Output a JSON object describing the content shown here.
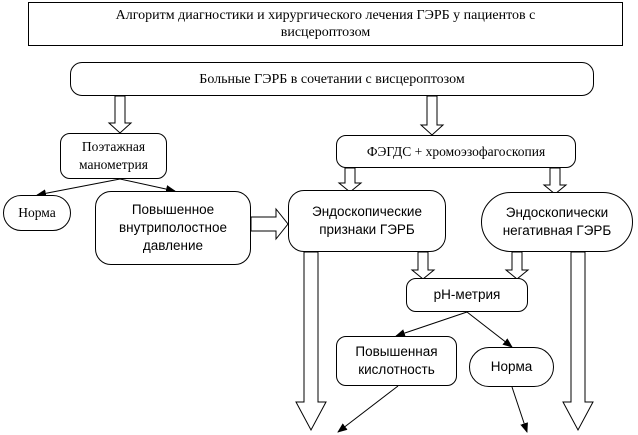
{
  "diagram": {
    "title": "Алгоритм диагностики и хирургического лечения ГЭРБ у пациентов с\nвисцероптозом",
    "nodes": {
      "patients": "Больные ГЭРБ в сочетании с висцероптозом",
      "manometry": "Поэтажная\nманометрия",
      "endoscopy": "ФЭГДС + хромоэзофагоскопия",
      "norm_left": "Норма",
      "high_pressure": "Повышенное\nвнутриполостное\nдавление",
      "endo_signs": "Эндоскопические\nпризнаки ГЭРБ",
      "endo_negative": "Эндоскопически\nнегативная ГЭРБ",
      "ph_metry": "pH-метрия",
      "high_acidity": "Повышенная\nкислотность",
      "norm_right": "Норма"
    }
  }
}
